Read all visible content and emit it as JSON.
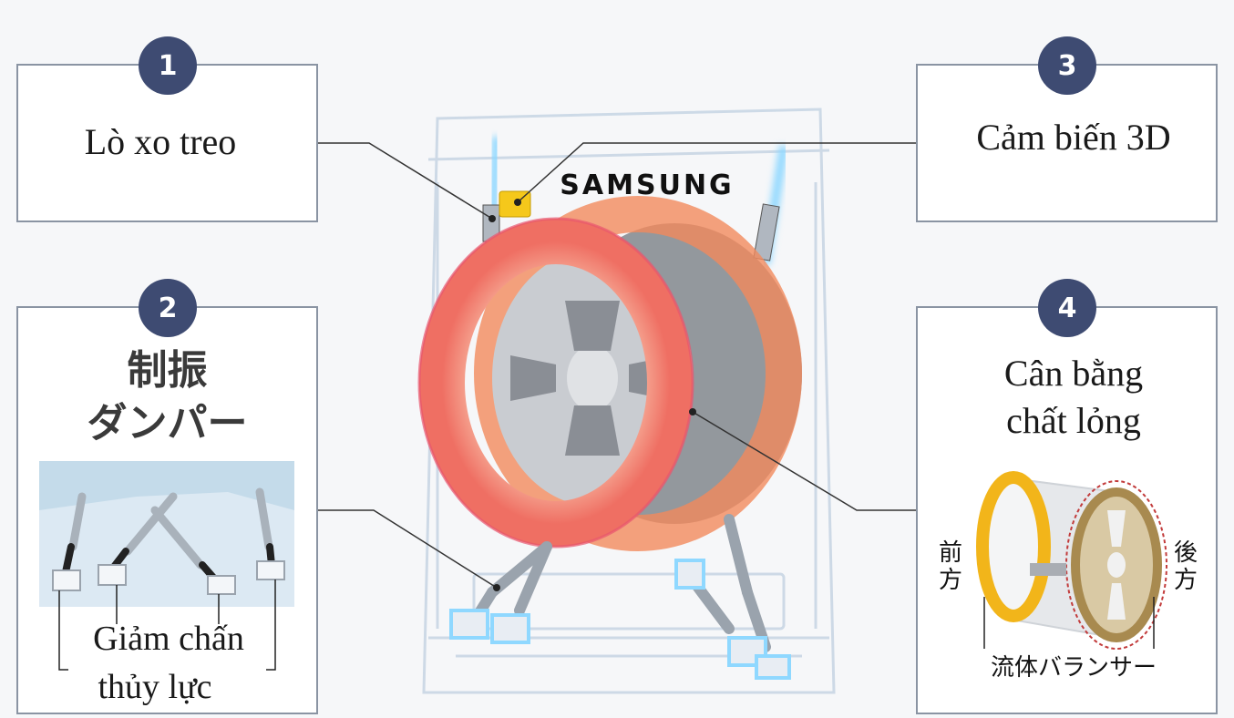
{
  "callouts": [
    {
      "number": "1",
      "label": "Lò xo treo"
    },
    {
      "number": "2",
      "label_jp_line1": "制振",
      "label_jp_line2": "ダンパー",
      "caption_line1": "Giảm chấn",
      "caption_line2": "thủy lực"
    },
    {
      "number": "3",
      "label": "Cảm biến 3D"
    },
    {
      "number": "4",
      "label_line1": "Cân bằng",
      "label_line2": "chất lỏng",
      "front": "前方",
      "back": "後方",
      "balancer": "流体バランサー"
    }
  ],
  "brand": "SAMSUNG",
  "colors": {
    "badge": "#3e4b72",
    "box_border": "#8a94a3",
    "drum_ring": "#f49b80",
    "ring_yellow": "#f2b51a",
    "glow_blue": "#8fd8ff"
  }
}
